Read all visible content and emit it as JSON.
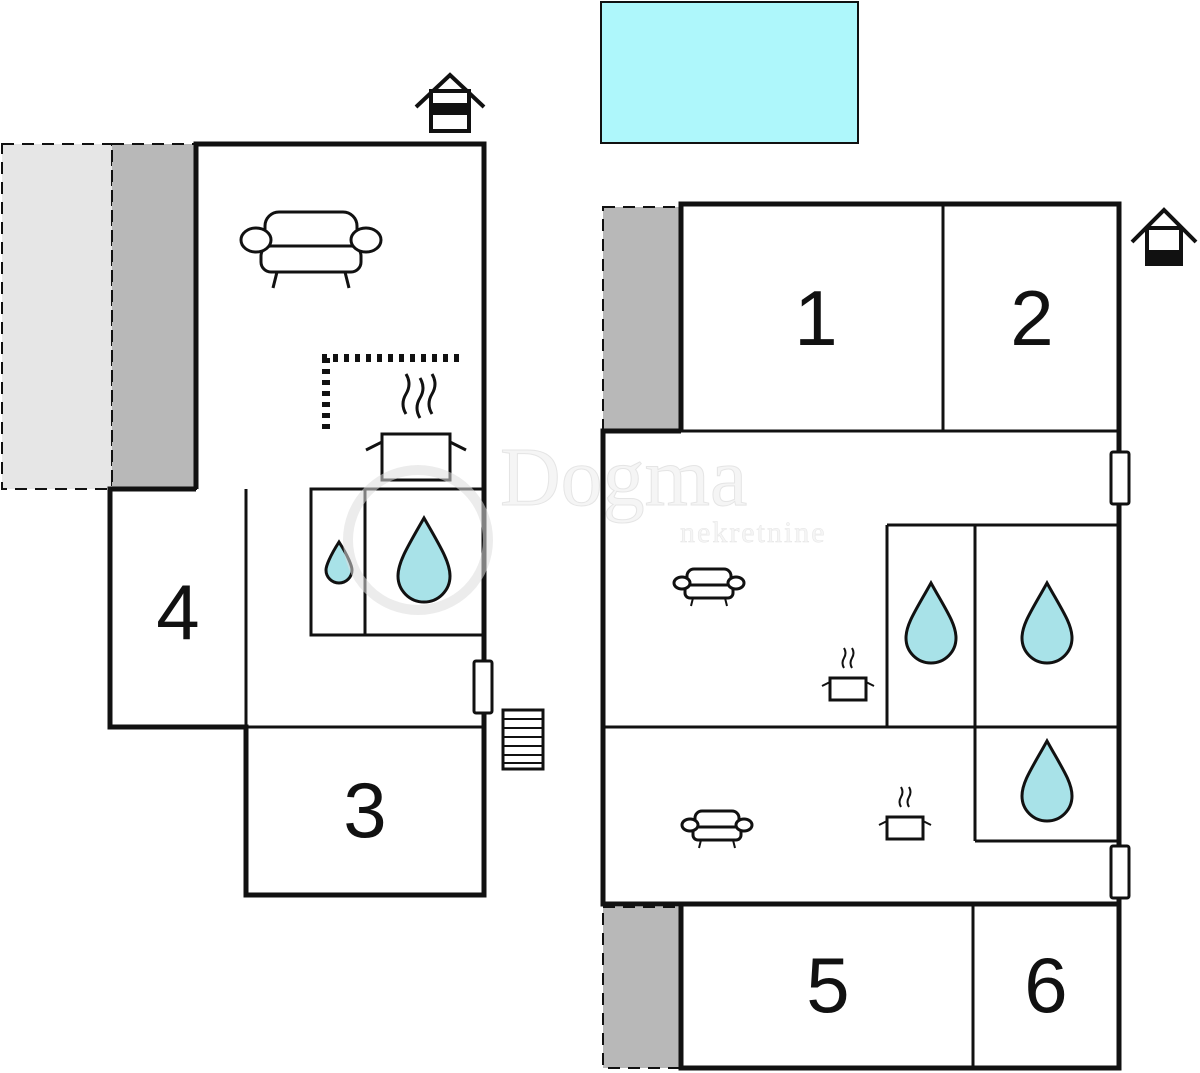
{
  "colors": {
    "pool": "#aef7fb",
    "water_drop": "#a8e2e8",
    "terrace_dark": "#b8b8b8",
    "terrace_light": "#e6e6e6",
    "wall": "#111111",
    "watermark": "#eeeeee"
  },
  "watermark": {
    "brand": "Dogma",
    "tagline": "nekretnine"
  },
  "rooms": {
    "r1": "1",
    "r2": "2",
    "r3": "3",
    "r4": "4",
    "r5": "5",
    "r6": "6"
  },
  "icons": [
    "house-entrance-icon",
    "sofa-icon",
    "cooking-pot-icon",
    "water-drop-icon",
    "door-icon",
    "stairs-icon",
    "pool-icon"
  ]
}
